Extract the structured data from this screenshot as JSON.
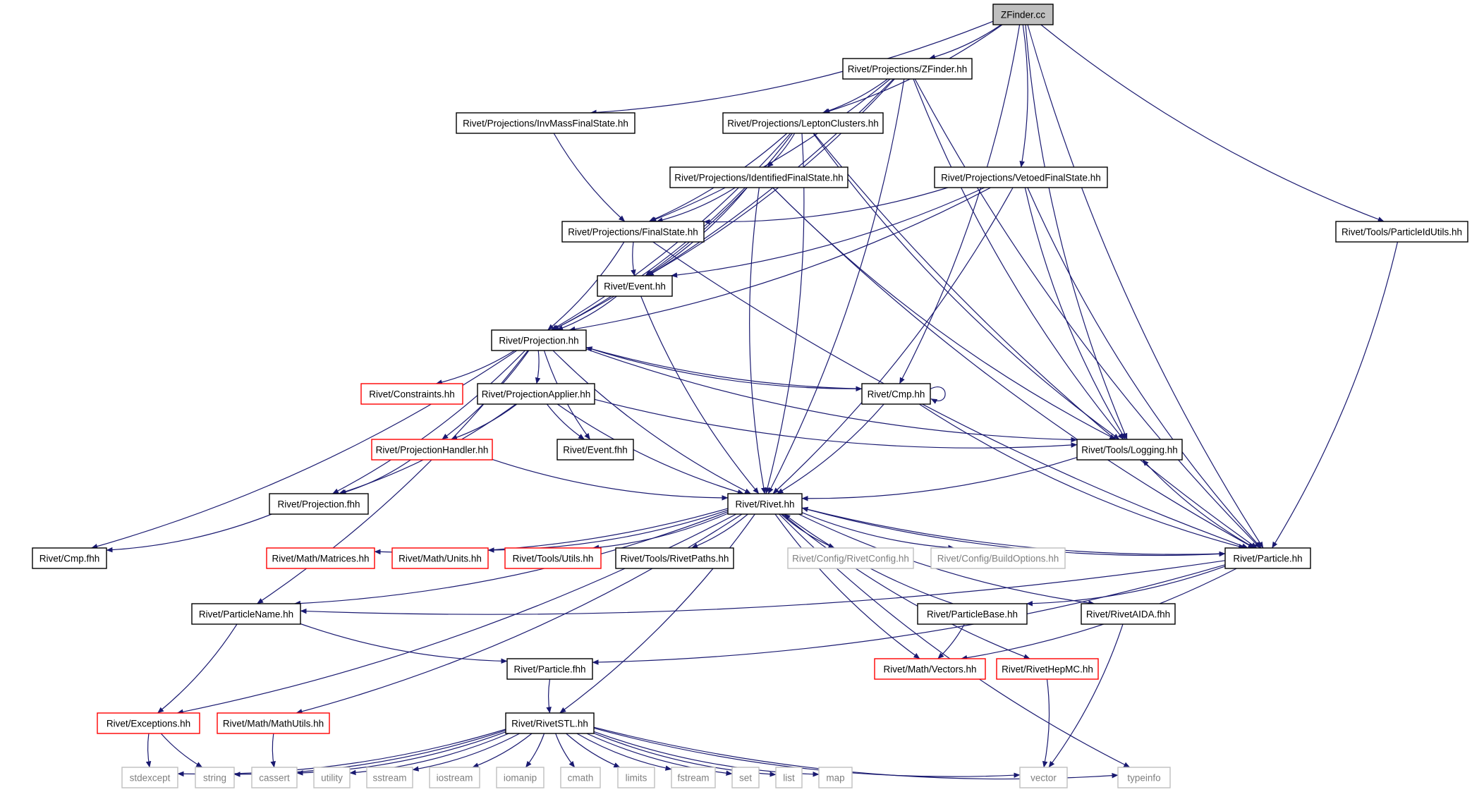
{
  "colors": {
    "edge": "#191970",
    "root_fill": "#bfbfbf",
    "normal_border": "#000000",
    "truncated_border": "#ff0000",
    "system_border": "#bfbfbf",
    "system_text": "#7f7f7f"
  },
  "nodes": [
    {
      "id": "zfinder_cc",
      "label": "ZFinder.cc",
      "kind": "root"
    },
    {
      "id": "proj_zfinder",
      "label": "Rivet/Projections/ZFinder.hh",
      "kind": "normal"
    },
    {
      "id": "proj_invmass",
      "label": "Rivet/Projections/InvMassFinalState.hh",
      "kind": "normal"
    },
    {
      "id": "proj_lepton",
      "label": "Rivet/Projections/LeptonClusters.hh",
      "kind": "normal"
    },
    {
      "id": "proj_vetoed",
      "label": "Rivet/Projections/VetoedFinalState.hh",
      "kind": "normal"
    },
    {
      "id": "proj_identified",
      "label": "Rivet/Projections/IdentifiedFinalState.hh",
      "kind": "normal"
    },
    {
      "id": "proj_finalstate",
      "label": "Rivet/Projections/FinalState.hh",
      "kind": "normal"
    },
    {
      "id": "tools_pid",
      "label": "Rivet/Tools/ParticleIdUtils.hh",
      "kind": "normal"
    },
    {
      "id": "event_hh",
      "label": "Rivet/Event.hh",
      "kind": "normal"
    },
    {
      "id": "projection_hh",
      "label": "Rivet/Projection.hh",
      "kind": "normal"
    },
    {
      "id": "constraints",
      "label": "Rivet/Constraints.hh",
      "kind": "truncated"
    },
    {
      "id": "projapplier",
      "label": "Rivet/ProjectionApplier.hh",
      "kind": "normal"
    },
    {
      "id": "cmp_hh",
      "label": "Rivet/Cmp.hh",
      "kind": "normal"
    },
    {
      "id": "projhandler",
      "label": "Rivet/ProjectionHandler.hh",
      "kind": "truncated"
    },
    {
      "id": "event_fhh",
      "label": "Rivet/Event.fhh",
      "kind": "normal"
    },
    {
      "id": "logging",
      "label": "Rivet/Tools/Logging.hh",
      "kind": "normal"
    },
    {
      "id": "projection_fhh",
      "label": "Rivet/Projection.fhh",
      "kind": "normal"
    },
    {
      "id": "rivet_hh",
      "label": "Rivet/Rivet.hh",
      "kind": "normal"
    },
    {
      "id": "cmp_fhh",
      "label": "Rivet/Cmp.fhh",
      "kind": "normal"
    },
    {
      "id": "matrices",
      "label": "Rivet/Math/Matrices.hh",
      "kind": "truncated"
    },
    {
      "id": "units",
      "label": "Rivet/Math/Units.hh",
      "kind": "truncated"
    },
    {
      "id": "tools_utils",
      "label": "Rivet/Tools/Utils.hh",
      "kind": "truncated"
    },
    {
      "id": "rivetpaths",
      "label": "Rivet/Tools/RivetPaths.hh",
      "kind": "normal"
    },
    {
      "id": "rivetconfig",
      "label": "Rivet/Config/RivetConfig.hh",
      "kind": "system"
    },
    {
      "id": "buildoptions",
      "label": "Rivet/Config/BuildOptions.hh",
      "kind": "system"
    },
    {
      "id": "particle_hh",
      "label": "Rivet/Particle.hh",
      "kind": "normal"
    },
    {
      "id": "particlename",
      "label": "Rivet/ParticleName.hh",
      "kind": "normal"
    },
    {
      "id": "particlebase",
      "label": "Rivet/ParticleBase.hh",
      "kind": "normal"
    },
    {
      "id": "rivetaida",
      "label": "Rivet/RivetAIDA.fhh",
      "kind": "normal"
    },
    {
      "id": "particle_fhh",
      "label": "Rivet/Particle.fhh",
      "kind": "normal"
    },
    {
      "id": "vectors",
      "label": "Rivet/Math/Vectors.hh",
      "kind": "truncated"
    },
    {
      "id": "rivethepmc",
      "label": "Rivet/RivetHepMC.hh",
      "kind": "truncated"
    },
    {
      "id": "exceptions",
      "label": "Rivet/Exceptions.hh",
      "kind": "truncated"
    },
    {
      "id": "mathutils",
      "label": "Rivet/Math/MathUtils.hh",
      "kind": "truncated"
    },
    {
      "id": "rivetstl",
      "label": "Rivet/RivetSTL.hh",
      "kind": "normal"
    },
    {
      "id": "stdexcept",
      "label": "stdexcept",
      "kind": "system"
    },
    {
      "id": "string",
      "label": "string",
      "kind": "system"
    },
    {
      "id": "cassert",
      "label": "cassert",
      "kind": "system"
    },
    {
      "id": "utility",
      "label": "utility",
      "kind": "system"
    },
    {
      "id": "sstream",
      "label": "sstream",
      "kind": "system"
    },
    {
      "id": "iostream",
      "label": "iostream",
      "kind": "system"
    },
    {
      "id": "iomanip",
      "label": "iomanip",
      "kind": "system"
    },
    {
      "id": "cmath",
      "label": "cmath",
      "kind": "system"
    },
    {
      "id": "limits",
      "label": "limits",
      "kind": "system"
    },
    {
      "id": "fstream",
      "label": "fstream",
      "kind": "system"
    },
    {
      "id": "set",
      "label": "set",
      "kind": "system"
    },
    {
      "id": "list",
      "label": "list",
      "kind": "system"
    },
    {
      "id": "map",
      "label": "map",
      "kind": "system"
    },
    {
      "id": "vector",
      "label": "vector",
      "kind": "system"
    },
    {
      "id": "typeinfo",
      "label": "typeinfo",
      "kind": "system"
    }
  ],
  "edges": [
    [
      "zfinder_cc",
      "proj_zfinder"
    ],
    [
      "zfinder_cc",
      "proj_invmass"
    ],
    [
      "zfinder_cc",
      "proj_lepton"
    ],
    [
      "zfinder_cc",
      "proj_vetoed"
    ],
    [
      "zfinder_cc",
      "cmp_hh"
    ],
    [
      "zfinder_cc",
      "logging"
    ],
    [
      "zfinder_cc",
      "particle_hh"
    ],
    [
      "zfinder_cc",
      "tools_pid"
    ],
    [
      "proj_zfinder",
      "proj_lepton"
    ],
    [
      "proj_zfinder",
      "proj_finalstate"
    ],
    [
      "proj_zfinder",
      "event_hh"
    ],
    [
      "proj_zfinder",
      "projection_hh"
    ],
    [
      "proj_zfinder",
      "rivet_hh"
    ],
    [
      "proj_zfinder",
      "logging"
    ],
    [
      "proj_zfinder",
      "particle_hh"
    ],
    [
      "proj_invmass",
      "proj_finalstate"
    ],
    [
      "proj_lepton",
      "proj_identified"
    ],
    [
      "proj_lepton",
      "proj_finalstate"
    ],
    [
      "proj_lepton",
      "event_hh"
    ],
    [
      "proj_lepton",
      "projection_hh"
    ],
    [
      "proj_lepton",
      "rivet_hh"
    ],
    [
      "proj_lepton",
      "logging"
    ],
    [
      "proj_lepton",
      "particle_hh"
    ],
    [
      "proj_identified",
      "proj_finalstate"
    ],
    [
      "proj_identified",
      "event_hh"
    ],
    [
      "proj_identified",
      "projection_hh"
    ],
    [
      "proj_identified",
      "rivet_hh"
    ],
    [
      "proj_identified",
      "logging"
    ],
    [
      "proj_identified",
      "particle_hh"
    ],
    [
      "proj_vetoed",
      "proj_finalstate"
    ],
    [
      "proj_vetoed",
      "event_hh"
    ],
    [
      "proj_vetoed",
      "projection_hh"
    ],
    [
      "proj_vetoed",
      "rivet_hh"
    ],
    [
      "proj_vetoed",
      "logging"
    ],
    [
      "proj_vetoed",
      "particle_hh"
    ],
    [
      "proj_finalstate",
      "event_hh"
    ],
    [
      "proj_finalstate",
      "projection_hh"
    ],
    [
      "proj_finalstate",
      "particle_hh"
    ],
    [
      "tools_pid",
      "particle_hh"
    ],
    [
      "event_hh",
      "projection_hh"
    ],
    [
      "event_hh",
      "rivet_hh"
    ],
    [
      "projection_hh",
      "constraints"
    ],
    [
      "projection_hh",
      "projapplier"
    ],
    [
      "projection_hh",
      "cmp_hh"
    ],
    [
      "projection_hh",
      "projhandler"
    ],
    [
      "projection_hh",
      "event_fhh"
    ],
    [
      "projection_hh",
      "logging"
    ],
    [
      "projection_hh",
      "projection_fhh"
    ],
    [
      "projection_hh",
      "rivet_hh"
    ],
    [
      "projection_hh",
      "cmp_fhh"
    ],
    [
      "projection_hh",
      "particlename"
    ],
    [
      "cmp_hh",
      "projection_hh"
    ],
    [
      "cmp_hh",
      "cmp_hh"
    ],
    [
      "cmp_hh",
      "rivet_hh"
    ],
    [
      "cmp_hh",
      "particle_hh"
    ],
    [
      "projapplier",
      "projhandler"
    ],
    [
      "projapplier",
      "event_fhh"
    ],
    [
      "projapplier",
      "logging"
    ],
    [
      "projapplier",
      "projection_fhh"
    ],
    [
      "projapplier",
      "rivet_hh"
    ],
    [
      "projhandler",
      "projection_fhh"
    ],
    [
      "projhandler",
      "rivet_hh"
    ],
    [
      "projection_fhh",
      "cmp_fhh"
    ],
    [
      "logging",
      "rivet_hh"
    ],
    [
      "rivet_hh",
      "matrices"
    ],
    [
      "rivet_hh",
      "units"
    ],
    [
      "rivet_hh",
      "tools_utils"
    ],
    [
      "rivet_hh",
      "rivetpaths"
    ],
    [
      "rivet_hh",
      "rivetconfig"
    ],
    [
      "rivet_hh",
      "buildoptions"
    ],
    [
      "rivet_hh",
      "particle_hh"
    ],
    [
      "rivet_hh",
      "particlename"
    ],
    [
      "rivet_hh",
      "exceptions"
    ],
    [
      "rivet_hh",
      "mathutils"
    ],
    [
      "rivet_hh",
      "rivetstl"
    ],
    [
      "rivet_hh",
      "vectors"
    ],
    [
      "rivet_hh",
      "rivethepmc"
    ],
    [
      "rivet_hh",
      "rivetaida"
    ],
    [
      "rivet_hh",
      "typeinfo"
    ],
    [
      "particle_hh",
      "logging"
    ],
    [
      "particle_hh",
      "rivet_hh"
    ],
    [
      "particle_hh",
      "particlename"
    ],
    [
      "particle_hh",
      "particlebase"
    ],
    [
      "particle_hh",
      "particle_fhh"
    ],
    [
      "particle_hh",
      "vectors"
    ],
    [
      "particlebase",
      "rivet_hh"
    ],
    [
      "particlebase",
      "vectors"
    ],
    [
      "particlename",
      "exceptions"
    ],
    [
      "particlename",
      "particle_fhh"
    ],
    [
      "particle_fhh",
      "rivetstl"
    ],
    [
      "rivetaida",
      "vector"
    ],
    [
      "rivethepmc",
      "vector"
    ],
    [
      "exceptions",
      "stdexcept"
    ],
    [
      "exceptions",
      "string"
    ],
    [
      "mathutils",
      "cassert"
    ],
    [
      "rivetstl",
      "stdexcept"
    ],
    [
      "rivetstl",
      "string"
    ],
    [
      "rivetstl",
      "cassert"
    ],
    [
      "rivetstl",
      "utility"
    ],
    [
      "rivetstl",
      "sstream"
    ],
    [
      "rivetstl",
      "iostream"
    ],
    [
      "rivetstl",
      "iomanip"
    ],
    [
      "rivetstl",
      "cmath"
    ],
    [
      "rivetstl",
      "limits"
    ],
    [
      "rivetstl",
      "fstream"
    ],
    [
      "rivetstl",
      "set"
    ],
    [
      "rivetstl",
      "list"
    ],
    [
      "rivetstl",
      "map"
    ],
    [
      "rivetstl",
      "vector"
    ],
    [
      "rivetstl",
      "typeinfo"
    ]
  ]
}
